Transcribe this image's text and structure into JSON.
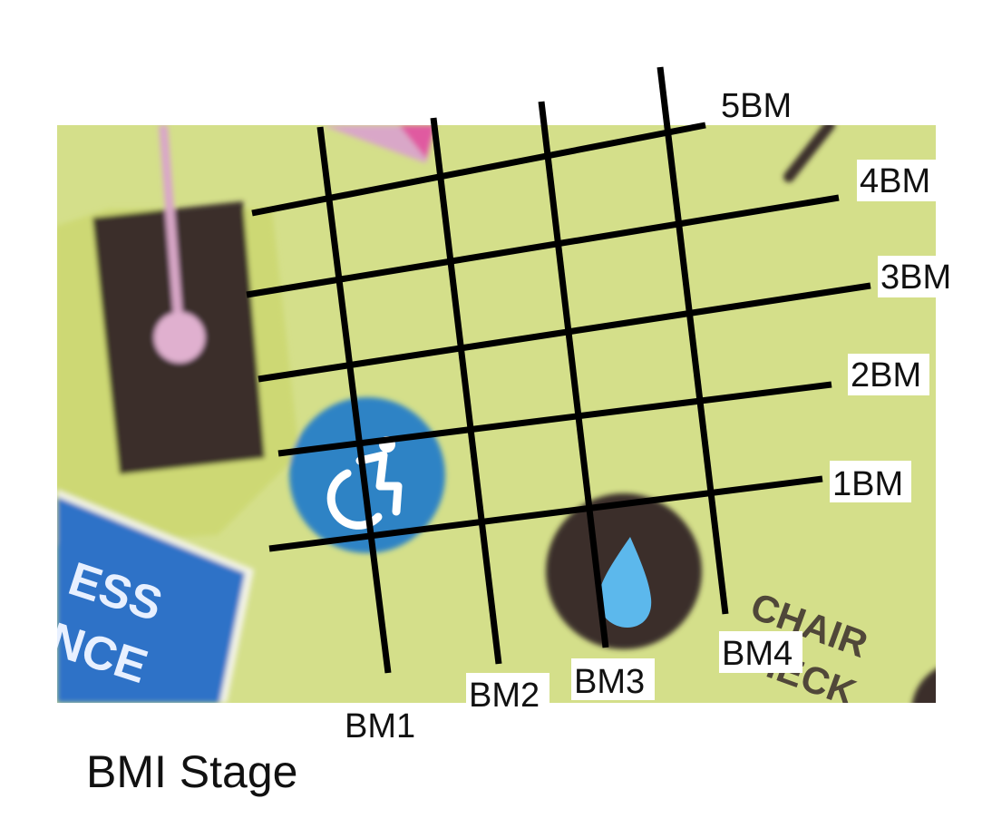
{
  "page": {
    "title": "BMI Stage"
  },
  "map": {
    "background_color": "#d4df8a",
    "grid": {
      "row_labels": [
        "5BM",
        "4BM",
        "3BM",
        "2BM",
        "1BM"
      ],
      "column_labels": [
        "BM1",
        "BM2",
        "BM3",
        "BM4"
      ],
      "line_color": "#000000"
    },
    "features": [
      {
        "name": "stage",
        "color": "#3a2d2b"
      },
      {
        "name": "accessibility",
        "icon": "wheelchair-icon",
        "color": "#2f83c5"
      },
      {
        "name": "water",
        "icon": "water-drop-icon",
        "color": "#3a2d2b",
        "accent": "#5cb8ec"
      },
      {
        "name": "access-sign",
        "color": "#2f72c7",
        "text_lines": [
          "ESS",
          "NCE"
        ]
      },
      {
        "name": "chair-check",
        "text_lines": [
          "CHAIR",
          "CHECK"
        ],
        "color": "#3a2d2b"
      }
    ]
  }
}
